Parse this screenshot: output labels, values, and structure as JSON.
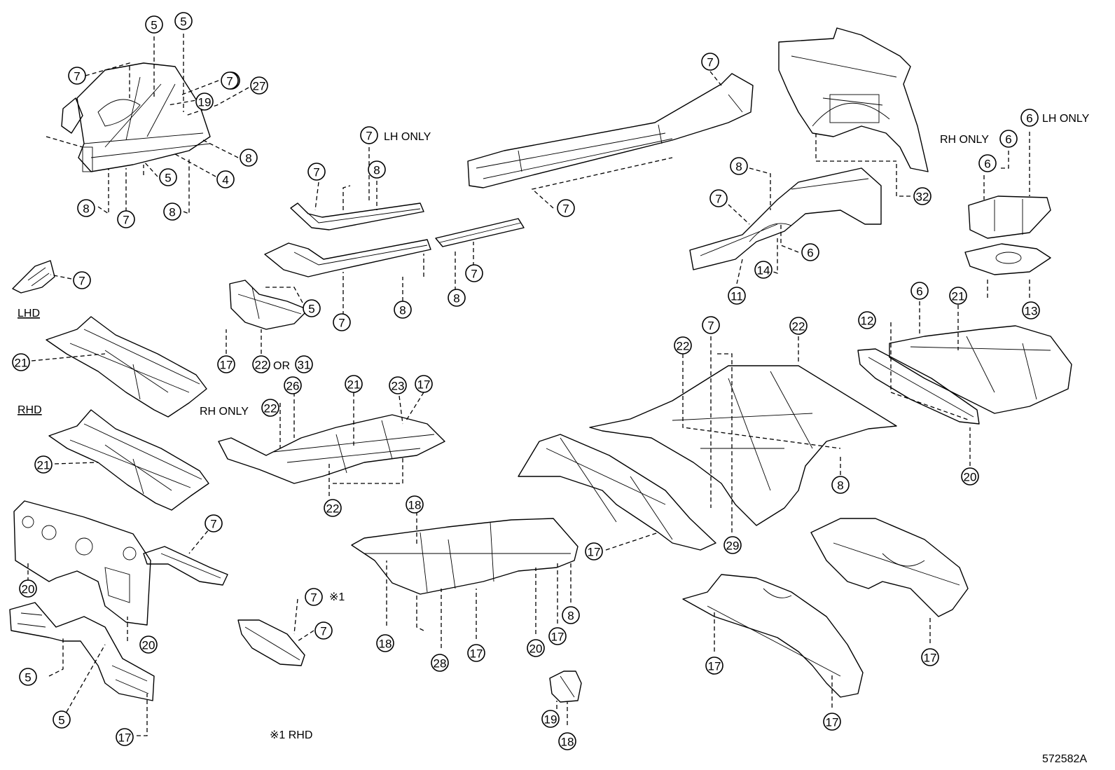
{
  "diagram": {
    "figure_id": "572582A",
    "footnote": "※1 RHD",
    "labels": {
      "lhd": "LHD",
      "rhd": "RHD",
      "lh_only_1": "LH ONLY",
      "lh_only_2": "LH ONLY",
      "rh_only_1": "RH ONLY",
      "rh_only_2": "RH ONLY",
      "or": "OR",
      "note_mark": "※1"
    },
    "callouts": [
      {
        "n": "5"
      },
      {
        "n": "5"
      },
      {
        "n": "7"
      },
      {
        "n": "7"
      },
      {
        "n": "19"
      },
      {
        "n": "27"
      },
      {
        "n": "7"
      },
      {
        "n": "8"
      },
      {
        "n": "5"
      },
      {
        "n": "4"
      },
      {
        "n": "8"
      },
      {
        "n": "7"
      },
      {
        "n": "8"
      },
      {
        "n": "7"
      },
      {
        "n": "7"
      },
      {
        "n": "7"
      },
      {
        "n": "8"
      },
      {
        "n": "7"
      },
      {
        "n": "8"
      },
      {
        "n": "8"
      },
      {
        "n": "7"
      },
      {
        "n": "5"
      },
      {
        "n": "17"
      },
      {
        "n": "22"
      },
      {
        "n": "31"
      },
      {
        "n": "7"
      },
      {
        "n": "7"
      },
      {
        "n": "32"
      },
      {
        "n": "6"
      },
      {
        "n": "6"
      },
      {
        "n": "6"
      },
      {
        "n": "13"
      },
      {
        "n": "8"
      },
      {
        "n": "7"
      },
      {
        "n": "6"
      },
      {
        "n": "14"
      },
      {
        "n": "11"
      },
      {
        "n": "21"
      },
      {
        "n": "21"
      },
      {
        "n": "26"
      },
      {
        "n": "21"
      },
      {
        "n": "23"
      },
      {
        "n": "17"
      },
      {
        "n": "22"
      },
      {
        "n": "22"
      },
      {
        "n": "7"
      },
      {
        "n": "22"
      },
      {
        "n": "22"
      },
      {
        "n": "8"
      },
      {
        "n": "29"
      },
      {
        "n": "12"
      },
      {
        "n": "6"
      },
      {
        "n": "21"
      },
      {
        "n": "20"
      },
      {
        "n": "17"
      },
      {
        "n": "7"
      },
      {
        "n": "20"
      },
      {
        "n": "20"
      },
      {
        "n": "5"
      },
      {
        "n": "5"
      },
      {
        "n": "17"
      },
      {
        "n": "7"
      },
      {
        "n": "7"
      },
      {
        "n": "18"
      },
      {
        "n": "18"
      },
      {
        "n": "28"
      },
      {
        "n": "17"
      },
      {
        "n": "20"
      },
      {
        "n": "17"
      },
      {
        "n": "8"
      },
      {
        "n": "19"
      },
      {
        "n": "18"
      },
      {
        "n": "17"
      },
      {
        "n": "17"
      },
      {
        "n": "17"
      }
    ]
  }
}
